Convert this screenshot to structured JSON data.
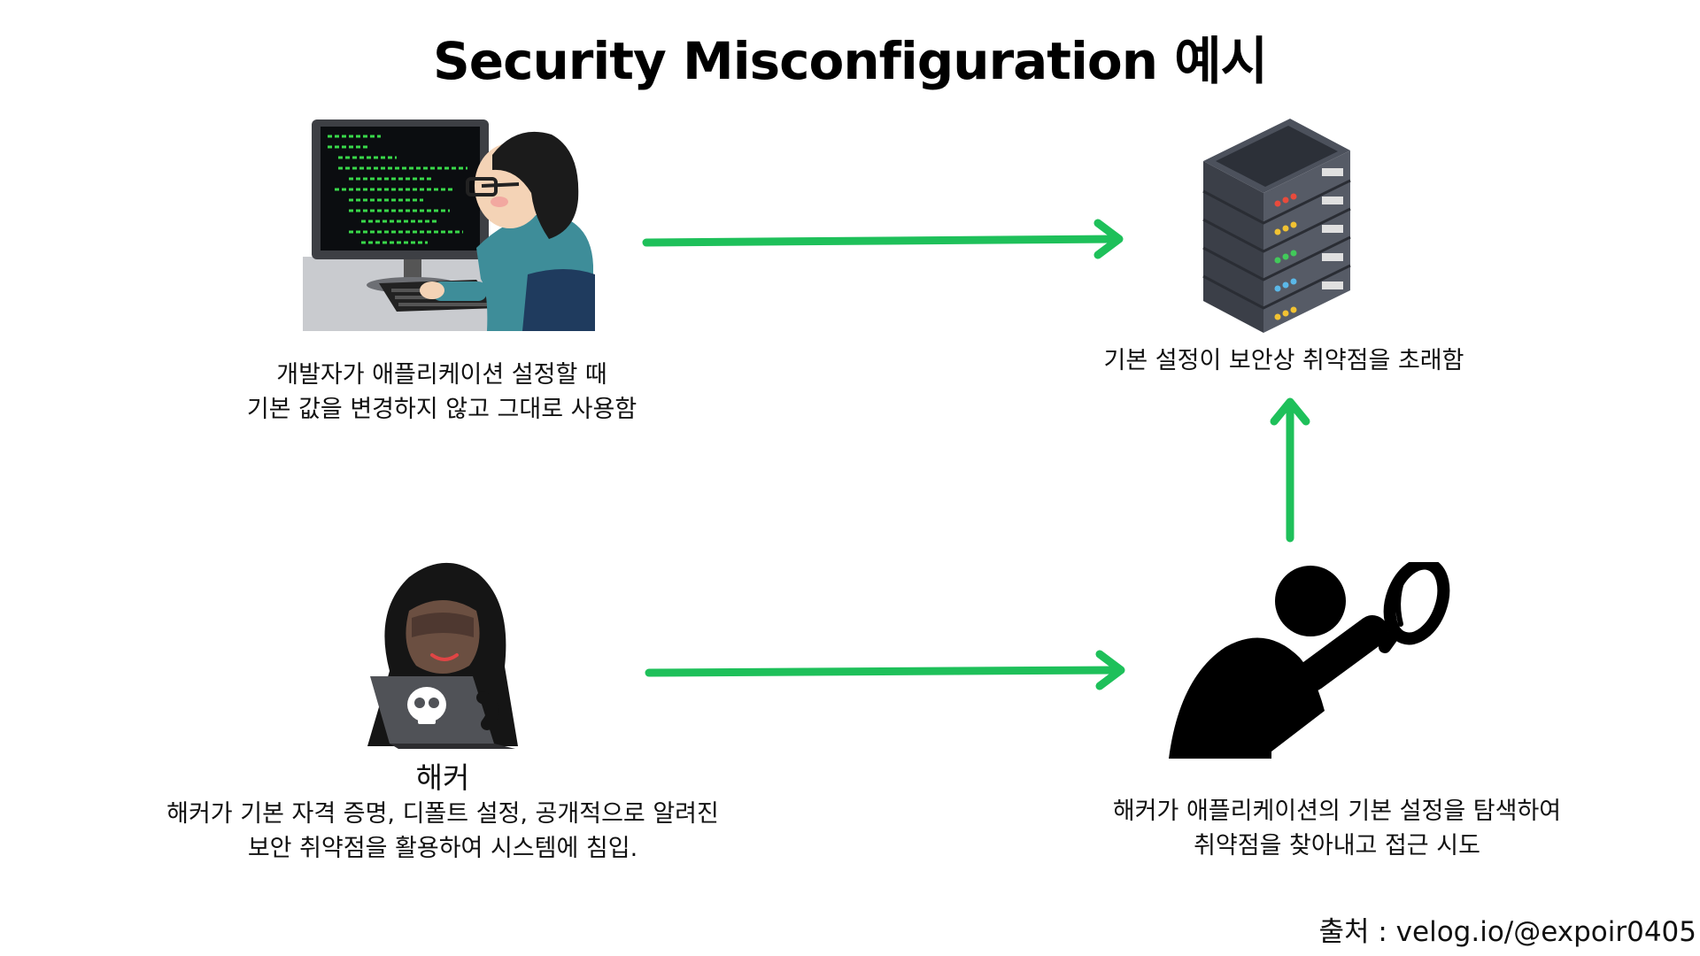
{
  "title": "Security Misconfiguration 예시",
  "developer": {
    "caption_line1": "개발자가 애플리케이션 설정할 때",
    "caption_line2": "기본 값을 변경하지 않고 그대로 사용함"
  },
  "server": {
    "caption": "기본 설정이 보안상 취약점을 초래함"
  },
  "hacker": {
    "label": "해커",
    "caption_line1": "해커가 기본 자격 증명, 디폴트 설정, 공개적으로 알려진",
    "caption_line2": "보안 취약점을 활용하여 시스템에 침입."
  },
  "searcher": {
    "caption_line1": "해커가 애플리케이션의 기본 설정을 탐색하여",
    "caption_line2": "취약점을 찾아내고 접근 시도"
  },
  "source": "출처 : velog.io/@expoir0405",
  "colors": {
    "arrow": "#1ec05a",
    "monitor_text": "#39d84a",
    "server_body": "#4a4f5a",
    "developer_shirt": "#3e8d99"
  },
  "icons": {
    "developer": "developer-at-computer-icon",
    "server": "server-rack-icon",
    "hacker": "hooded-hacker-laptop-icon",
    "searcher": "person-with-magnifier-icon"
  }
}
